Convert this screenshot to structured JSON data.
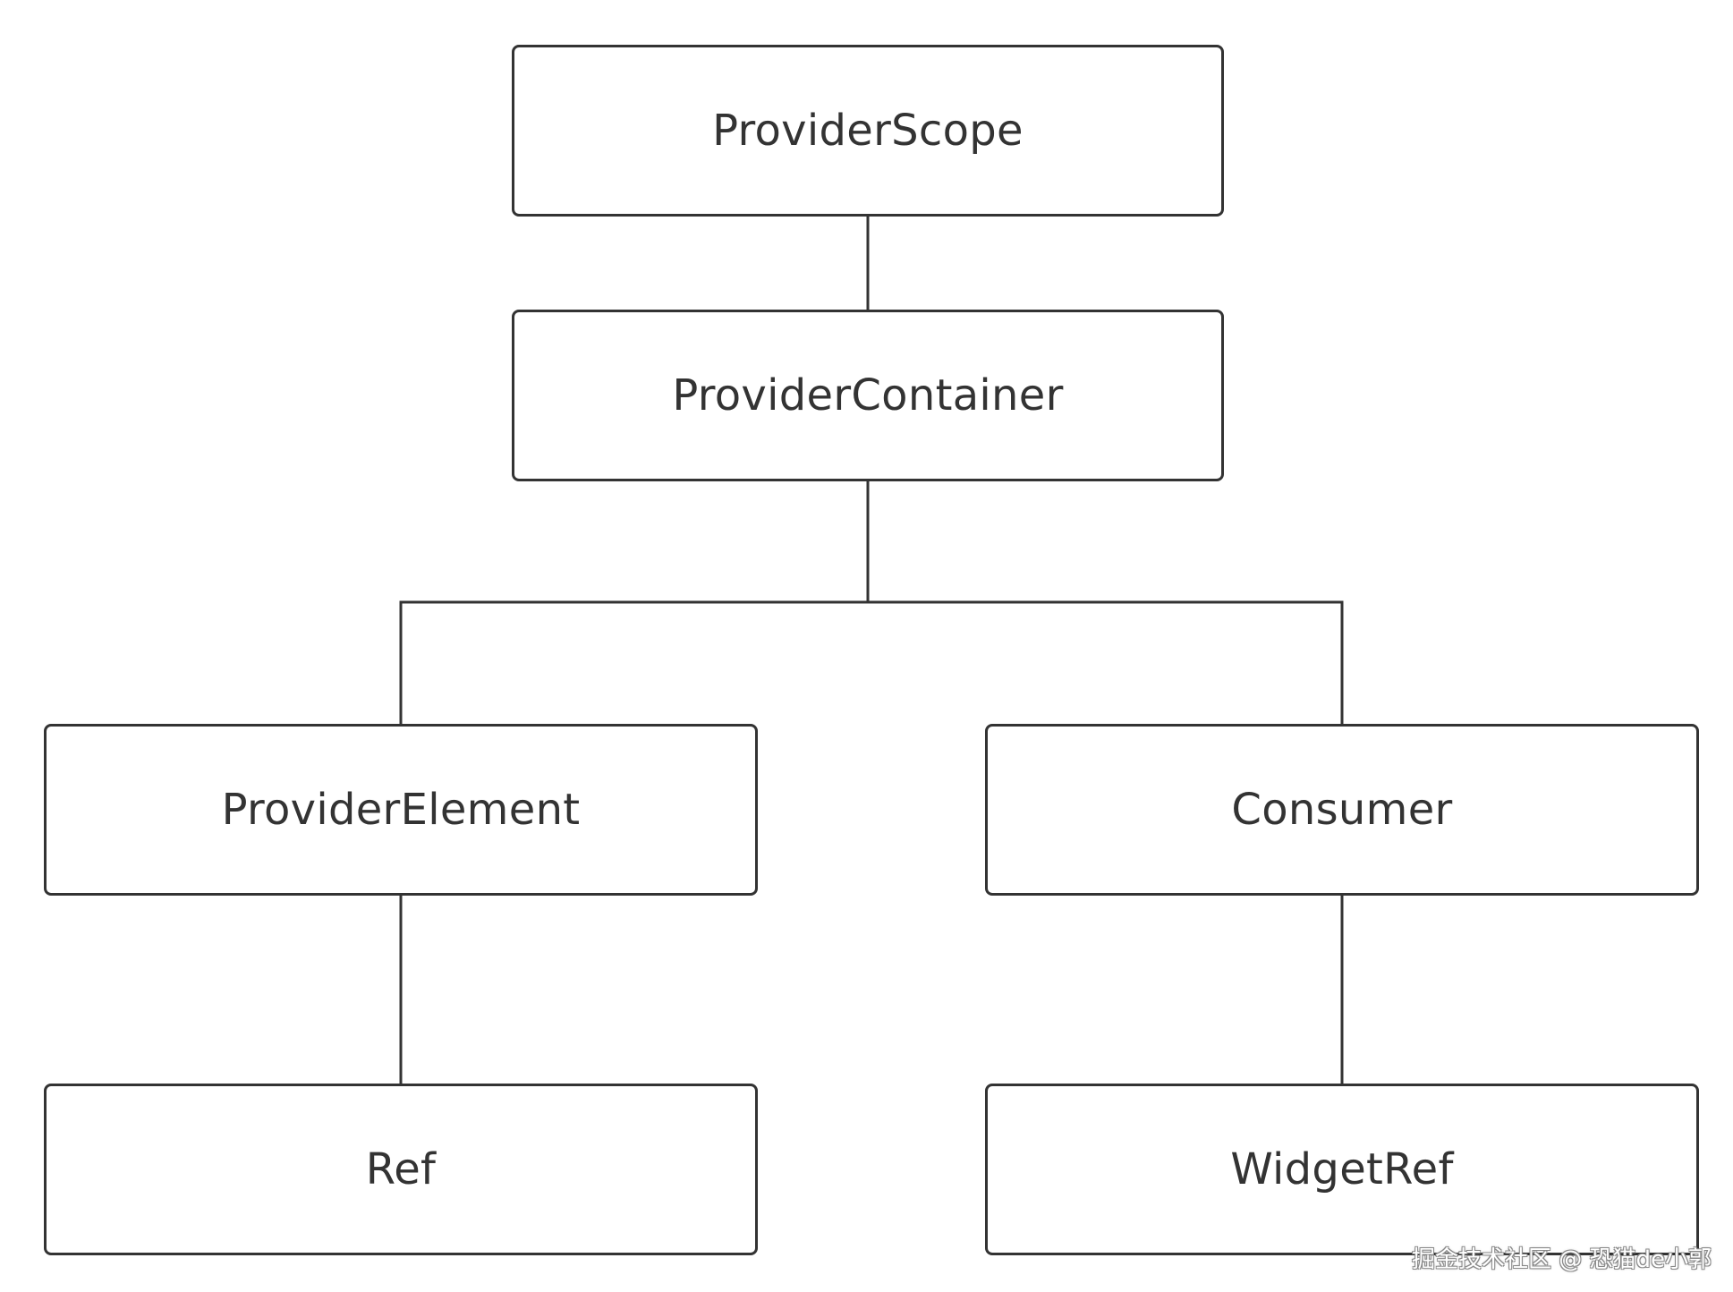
{
  "diagram": {
    "nodes": {
      "provider_scope": "ProviderScope",
      "provider_container": "ProviderContainer",
      "provider_element": "ProviderElement",
      "consumer": "Consumer",
      "ref": "Ref",
      "widget_ref": "WidgetRef"
    },
    "edges": [
      {
        "from": "ProviderScope",
        "to": "ProviderContainer"
      },
      {
        "from": "ProviderContainer",
        "to": "ProviderElement"
      },
      {
        "from": "ProviderContainer",
        "to": "Consumer"
      },
      {
        "from": "ProviderElement",
        "to": "Ref"
      },
      {
        "from": "Consumer",
        "to": "WidgetRef"
      }
    ],
    "colors": {
      "line": "#333333",
      "text": "#333333",
      "background": "#ffffff"
    }
  },
  "watermark": "掘金技术社区 @ 恐猫de小郭"
}
